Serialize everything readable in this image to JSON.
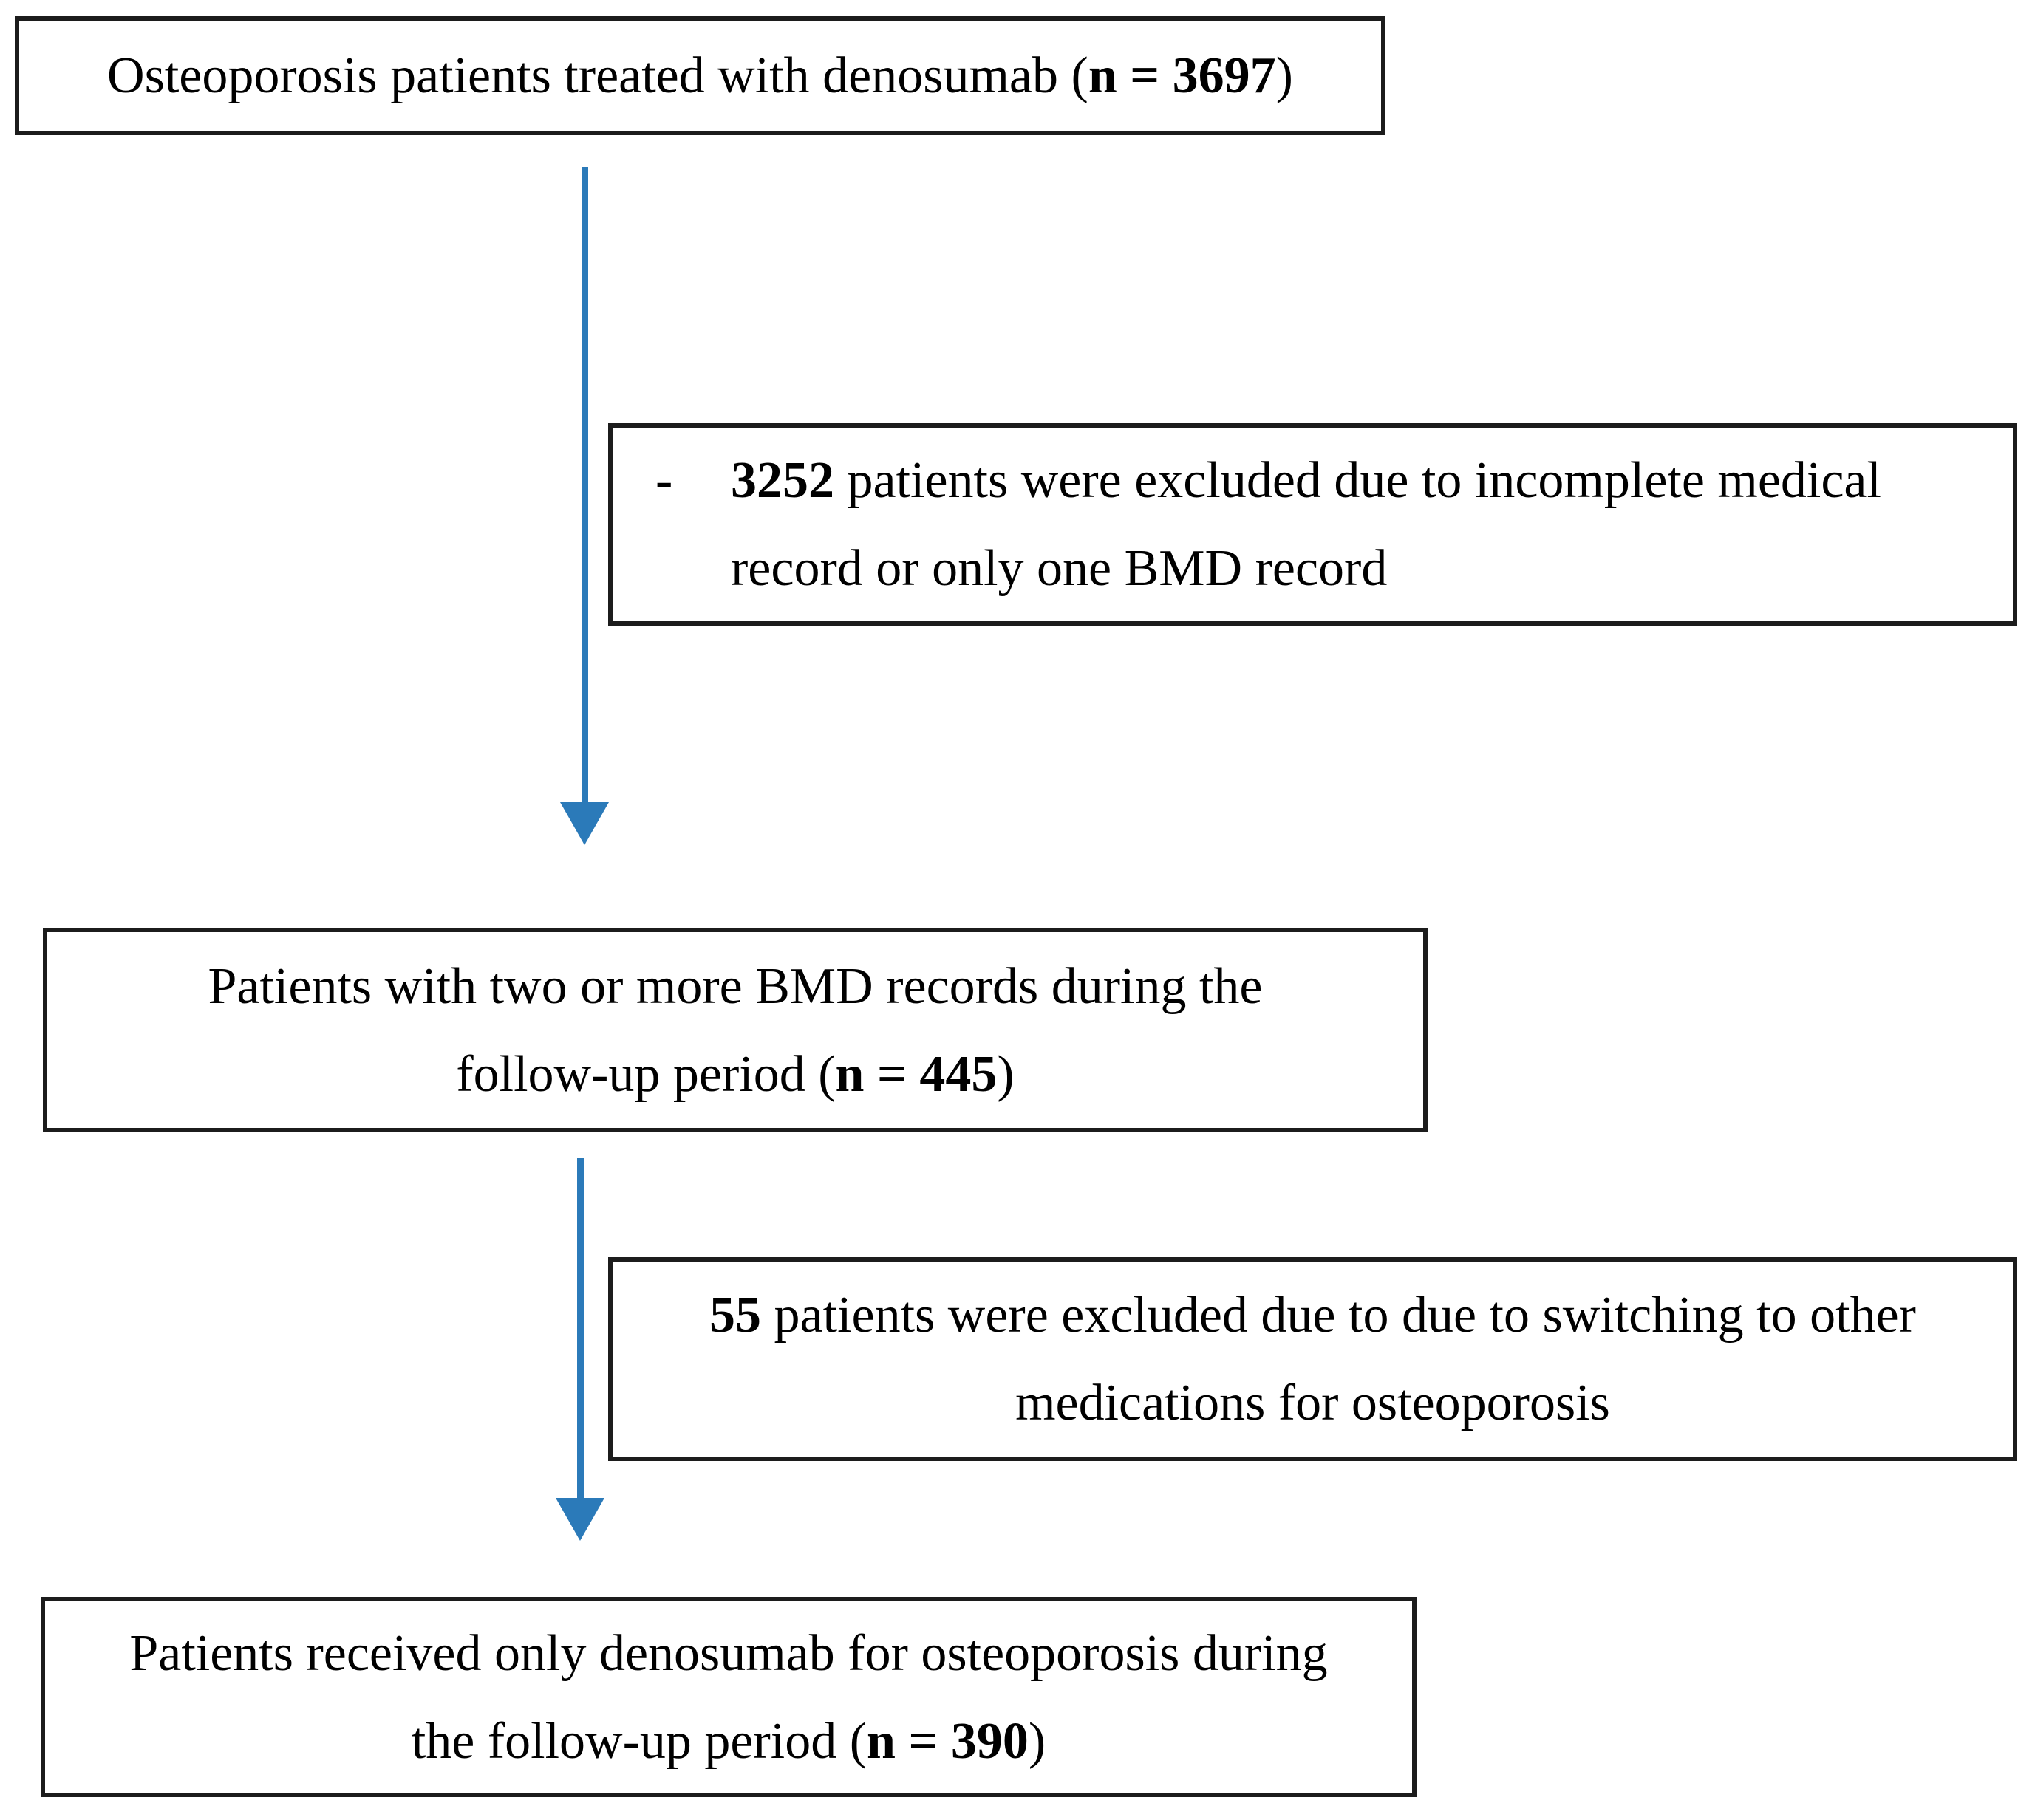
{
  "figure": {
    "kind": "patient-flow-diagram"
  },
  "colors": {
    "arrow": "#2b7ab9",
    "box_border": "#1c1c1c",
    "background": "#ffffff",
    "text": "#000000"
  },
  "boxes": {
    "top": {
      "pre": "Osteoporosis patients treated with denosumab (",
      "bold": "n = 3697",
      "post": ")"
    },
    "excl1": {
      "bullet": "-",
      "line1_bold": "3252",
      "line1_rest": " patients were excluded due to incomplete medical",
      "line2": "record or only one BMD record"
    },
    "main2": {
      "line1": "Patients with two or more BMD records during the",
      "line2_pre": "follow-up period (",
      "line2_bold": "n = 445",
      "line2_post": ")"
    },
    "excl2": {
      "line1_bold": "55",
      "line1_rest": " patients were excluded due to due to switching to other",
      "line2": "medications for osteoporosis"
    },
    "bottom": {
      "line1": "Patients received only denosumab for osteoporosis during",
      "line2_pre": "the follow-up period (",
      "line2_bold": "n = 390",
      "line2_post": ")"
    }
  }
}
